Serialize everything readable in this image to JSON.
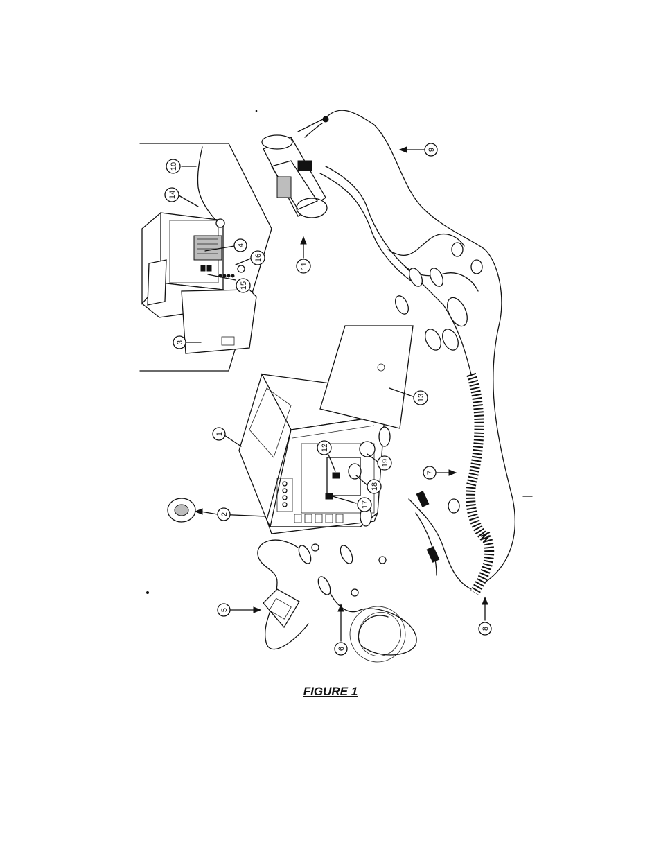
{
  "figure": {
    "caption": "FIGURE 1"
  },
  "callouts": [
    {
      "id": "1",
      "label": "1"
    },
    {
      "id": "2",
      "label": "2"
    },
    {
      "id": "3",
      "label": "3"
    },
    {
      "id": "4",
      "label": "4"
    },
    {
      "id": "5",
      "label": "5"
    },
    {
      "id": "6",
      "label": "6"
    },
    {
      "id": "7",
      "label": "7"
    },
    {
      "id": "8",
      "label": "8"
    },
    {
      "id": "9",
      "label": "9"
    },
    {
      "id": "10",
      "label": "10"
    },
    {
      "id": "11",
      "label": "11"
    },
    {
      "id": "12",
      "label": "12"
    },
    {
      "id": "13",
      "label": "13"
    },
    {
      "id": "14",
      "label": "14"
    },
    {
      "id": "15",
      "label": "15"
    },
    {
      "id": "16",
      "label": "16"
    },
    {
      "id": "17",
      "label": "17"
    },
    {
      "id": "18",
      "label": "18"
    },
    {
      "id": "19",
      "label": "19"
    }
  ]
}
